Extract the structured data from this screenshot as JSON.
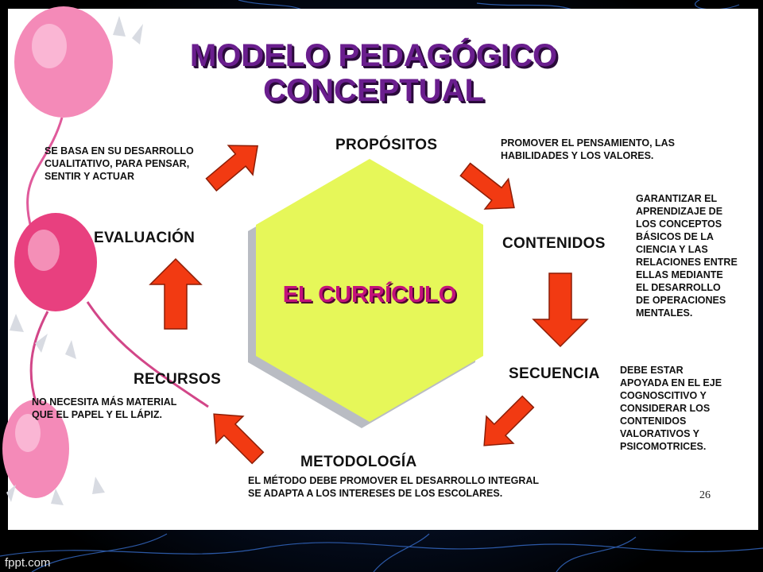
{
  "slide": {
    "title_line1": "MODELO PEDAGÓGICO",
    "title_line2": "CONCEPTUAL",
    "center": "EL CURRÍCULO",
    "page_number": "26",
    "watermark": "fppt.com"
  },
  "colors": {
    "title": "#6a1e8e",
    "center_text": "#c3127a",
    "hexagon": "#e6f759",
    "arrow": "#f23a12",
    "balloon": "#f48ab8"
  },
  "nodes": {
    "proposito": {
      "label": "PROPÓSITOS",
      "desc": "PROMOVER EL PENSAMIENTO, LAS\nHABILIDADES Y LOS VALORES."
    },
    "contenidos": {
      "label": "CONTENIDOS",
      "desc": "GARANTIZAR EL\nAPRENDIZAJE DE\nLOS CONCEPTOS\nBÁSICOS DE LA\nCIENCIA Y LAS\nRELACIONES ENTRE\nELLAS MEDIANTE\nEL DESARROLLO\nDE OPERACIONES\nMENTALES."
    },
    "secuencia": {
      "label": "SECUENCIA",
      "desc": "DEBE ESTAR\nAPOYADA EN EL EJE\nCOGNOSCITIVO Y\nCONSIDERAR LOS\nCONTENIDOS\nVALORATIVOS Y\nPSICOMOTRICES."
    },
    "metodologia": {
      "label": "METODOLOGÍA",
      "desc": "EL MÉTODO DEBE PROMOVER EL DESARROLLO INTEGRAL\nSE ADAPTA A LOS INTERESES DE LOS ESCOLARES."
    },
    "recursos": {
      "label": "RECURSOS",
      "desc": "NO NECESITA MÁS MATERIAL\nQUE EL PAPEL Y EL LÁPIZ."
    },
    "evaluacion": {
      "label": "EVALUACIÓN",
      "desc": "SE BASA EN SU DESARROLLO\nCUALITATIVO, PARA PENSAR,\nSENTIR Y ACTUAR"
    }
  }
}
